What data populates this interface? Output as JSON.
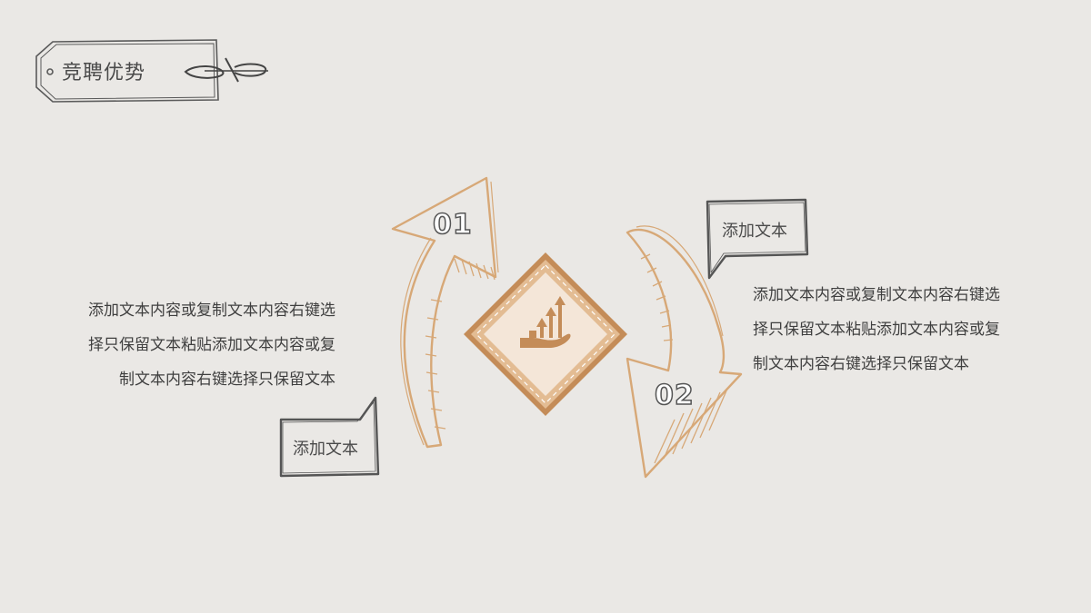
{
  "title": "竞聘优势",
  "badges": {
    "first": "01",
    "second": "02"
  },
  "left": {
    "bubble_label": "添加文本",
    "paragraph_lines": [
      "添加文本内容或复制文本内容右键选",
      "择只保留文本粘贴添加文本内容或复",
      "制文本内容右键选择只保留文本"
    ]
  },
  "right": {
    "bubble_label": "添加文本",
    "paragraph_lines": [
      "添加文本内容或复制文本内容右键选",
      "择只保留文本粘贴添加文本内容或复",
      "制文本内容右键选择只保留文本"
    ]
  },
  "colors": {
    "background": "#eae8e5",
    "accent": "#d7a877",
    "accent_dark": "#c48c58",
    "text": "#3f3f3f"
  },
  "center_icon": "growth-hand-icon"
}
